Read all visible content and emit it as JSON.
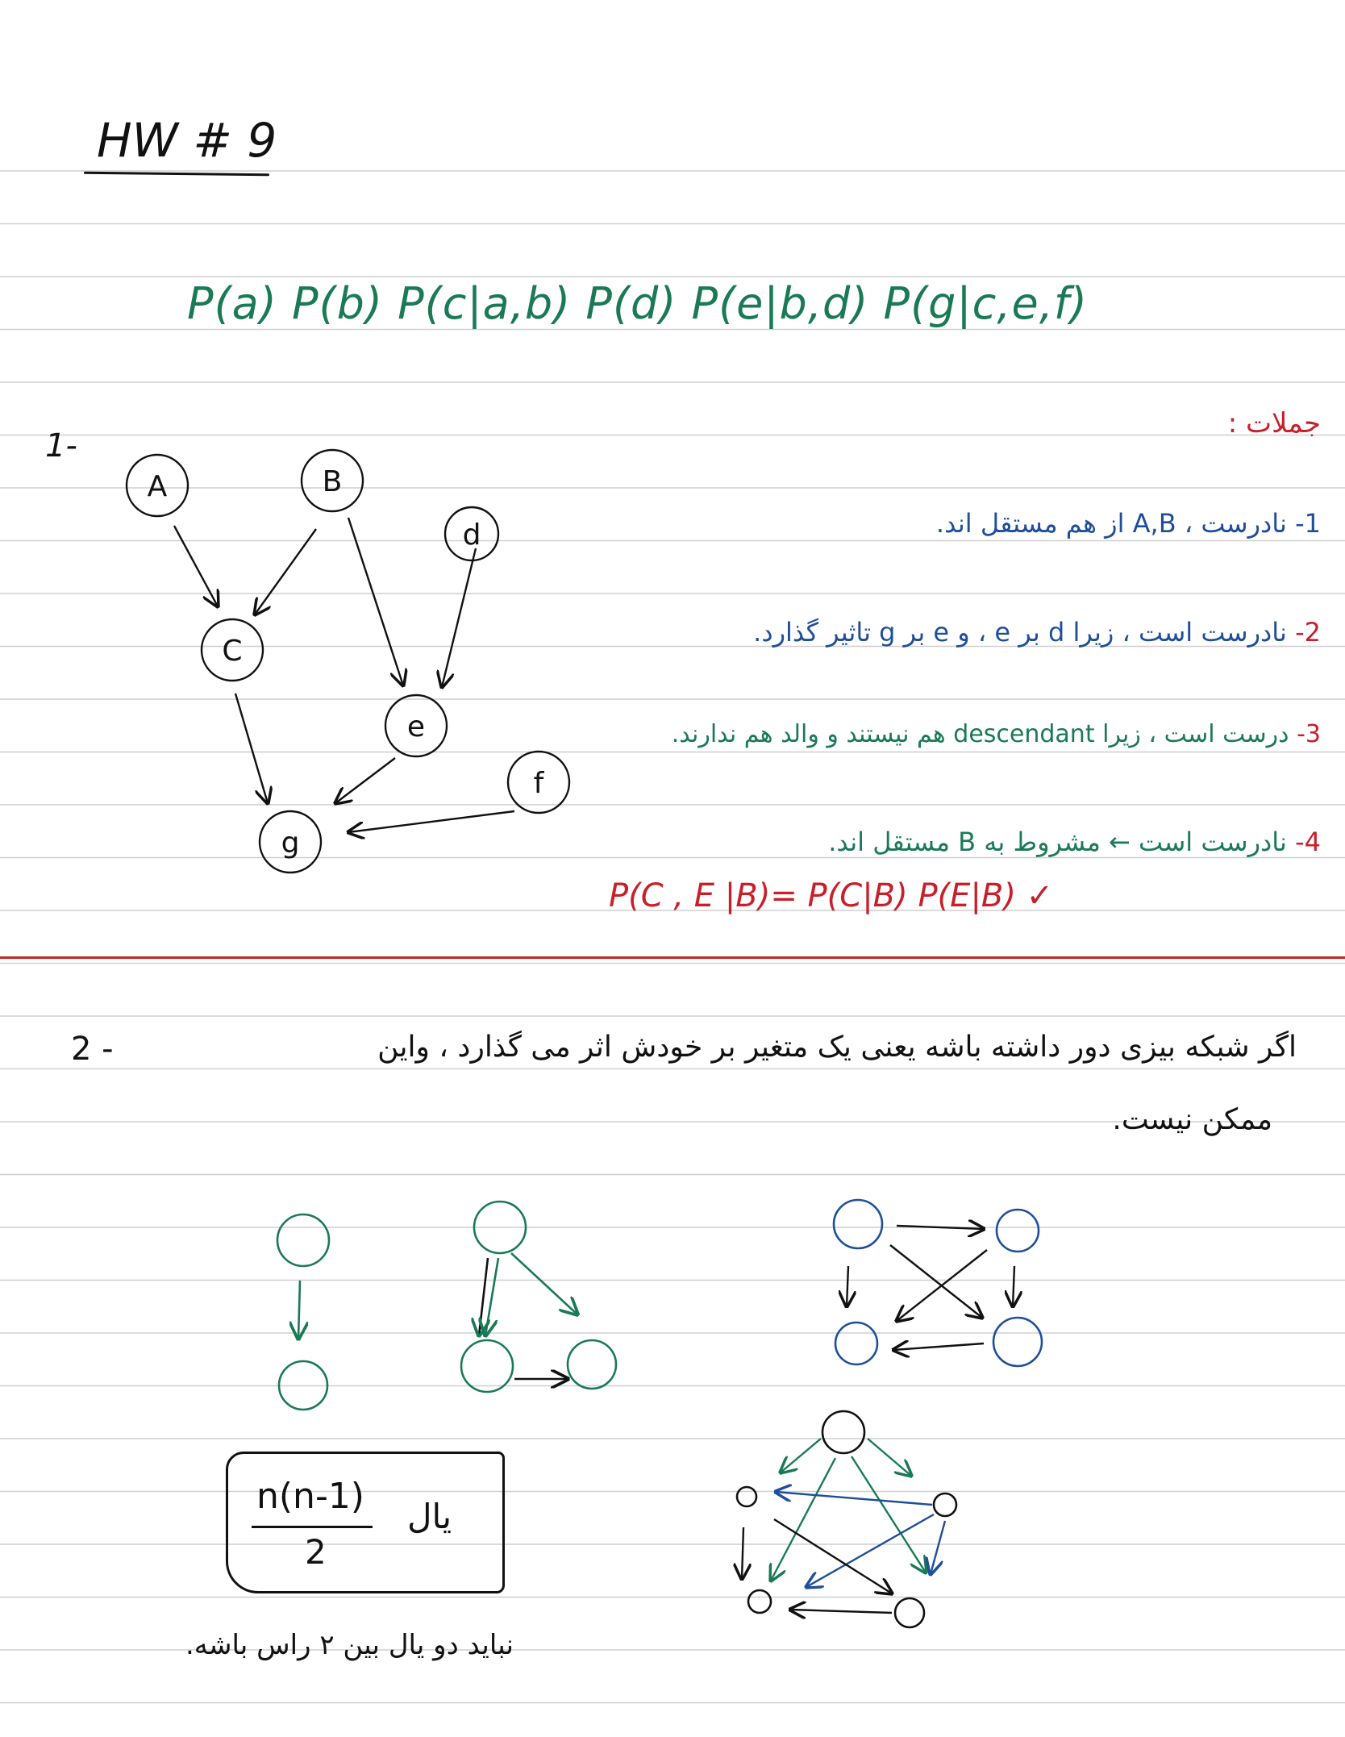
{
  "header": {
    "title": "HW # 9"
  },
  "q1": {
    "formula": "P(a) P(b) P(c|a,b) P(d) P(e|b,d) P(g|c,e,f)",
    "number": "1-",
    "answers_title": "جملات :",
    "answers": [
      {
        "num": "1-",
        "text": "نادرست ، A,B از هم مستقل اند."
      },
      {
        "num": "2-",
        "text": "نادرست است ، زیرا d بر e ، و e بر g تاثیر گذارد."
      },
      {
        "num": "3-",
        "text": "درست است ، زیرا descendant هم نیستند و والد هم ندارند."
      },
      {
        "num": "4-",
        "text": "نادرست است ← مشروط به B مستقل اند."
      }
    ],
    "equation": "P(C , E |B)= P(C|B) P(E|B) ✓",
    "graph_nodes": [
      "A",
      "B",
      "d",
      "C",
      "e",
      "f",
      "g"
    ]
  },
  "q2": {
    "number": "2 -",
    "text_line1": "اگر شبکه بیزی دور داشته باشه یعنی یک متغیر بر خودش اثر می گذارد ، واین",
    "text_line2": "ممکن نیست.",
    "formula_numerator": "n(n-1)",
    "formula_denominator": "2",
    "formula_unit": "یال",
    "note": "نباید دو یال بین ۲ راس باشه."
  },
  "colors": {
    "ink": "#111111",
    "green": "#1a7a55",
    "blue": "#1f4e9a",
    "red": "#c8202a",
    "rule": "#cfcfcf",
    "divider": "#c62828"
  }
}
